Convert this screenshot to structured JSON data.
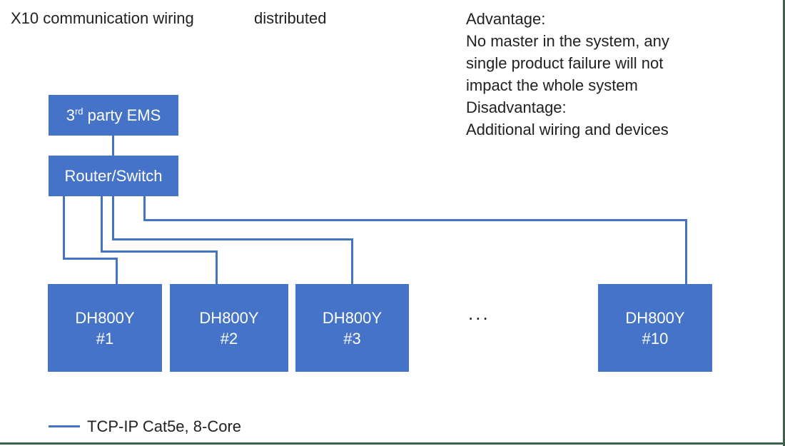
{
  "colors": {
    "accent_blue": "#4472C4",
    "box_fill": "#4573C8",
    "edge_green": "#3a6349",
    "text_dark": "#202124"
  },
  "title": {
    "heading": "X10 communication wiring",
    "topology": "distributed"
  },
  "notes": "Advantage:\nNo master in the system, any\nsingle product failure will not\nimpact the whole system\nDisadvantage:\nAdditional wiring and devices",
  "nodes": {
    "ems": {
      "prefix": "3",
      "sup": "rd",
      "suffix": " party EMS"
    },
    "router": {
      "label": "Router/Switch"
    }
  },
  "devices": [
    {
      "model": "DH800Y",
      "unit": "#1"
    },
    {
      "model": "DH800Y",
      "unit": "#2"
    },
    {
      "model": "DH800Y",
      "unit": "#3"
    },
    {
      "model": "DH800Y",
      "unit": "#10"
    }
  ],
  "ellipsis": "...",
  "legend": {
    "label": "TCP-IP Cat5e, 8-Core"
  },
  "connections": [
    {
      "from": "3rd party EMS",
      "to": "Router/Switch"
    },
    {
      "from": "Router/Switch",
      "to": "DH800Y #1"
    },
    {
      "from": "Router/Switch",
      "to": "DH800Y #2"
    },
    {
      "from": "Router/Switch",
      "to": "DH800Y #3"
    },
    {
      "from": "Router/Switch",
      "to": "DH800Y #10"
    }
  ]
}
